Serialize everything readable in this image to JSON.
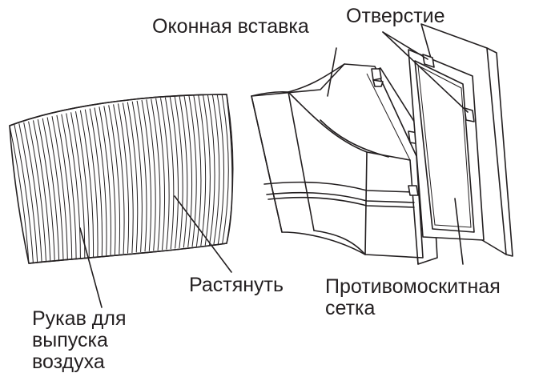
{
  "labels": {
    "window_insert": "Оконная вставка",
    "opening": "Отверстие",
    "stretch": "Растянуть",
    "hose": "Рукав для\nвыпуска\nвоздуха",
    "mosquito_net": "Противомоскитная\nсетка"
  },
  "colors": {
    "line": "#231f20",
    "background": "#ffffff"
  }
}
